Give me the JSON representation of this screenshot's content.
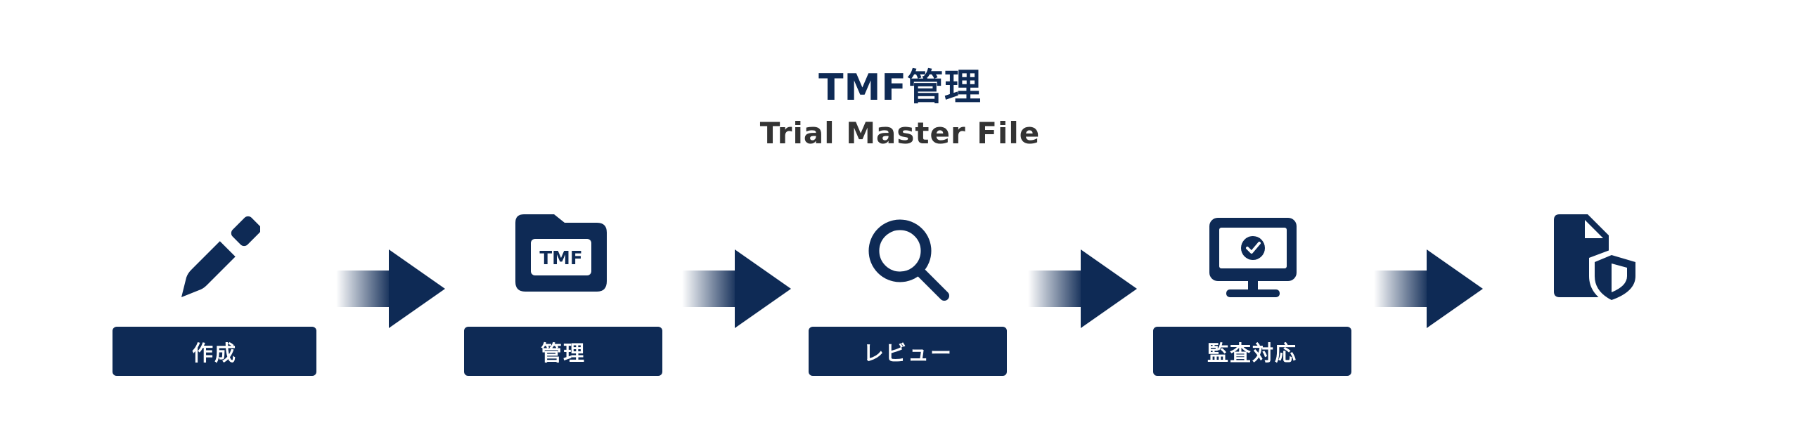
{
  "title": "TMF管理",
  "subtitle": "Trial Master File",
  "folder_badge": "TMF",
  "steps": [
    {
      "label": "作成",
      "icon": "pencil-icon"
    },
    {
      "label": "管理",
      "icon": "folder-icon"
    },
    {
      "label": "レビュー",
      "icon": "magnifier-icon"
    },
    {
      "label": "監査対応",
      "icon": "monitor-check-icon"
    },
    {
      "label": "",
      "icon": "document-shield-icon"
    }
  ],
  "colors": {
    "navy": "#0e2a55",
    "label_text": "#ffffff",
    "subtitle": "#333333"
  }
}
